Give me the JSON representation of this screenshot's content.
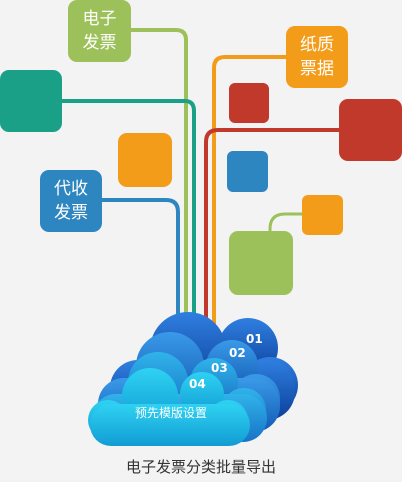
{
  "tiles": {
    "e_invoice": {
      "label": "电子\n发票",
      "color": "#9dc15a"
    },
    "paper_invoice": {
      "label": "纸质\n票据",
      "color": "#f39c1a"
    },
    "proxy_invoice": {
      "label": "代收\n发票",
      "color": "#2e86c1"
    },
    "teal_block": {
      "color": "#1aa086"
    },
    "orange_block_left": {
      "color": "#f39c1a"
    },
    "red_small": {
      "color": "#c0392b"
    },
    "red_large": {
      "color": "#c0392b"
    },
    "blue_small": {
      "color": "#2e86c1"
    },
    "orange_small_right": {
      "color": "#f39c1a"
    },
    "green_large": {
      "color": "#9dc15a"
    }
  },
  "cloud": {
    "numbers": [
      "01",
      "02",
      "03",
      "04"
    ],
    "label": "预先模版设置"
  },
  "caption": "电子发票分类批量导出"
}
